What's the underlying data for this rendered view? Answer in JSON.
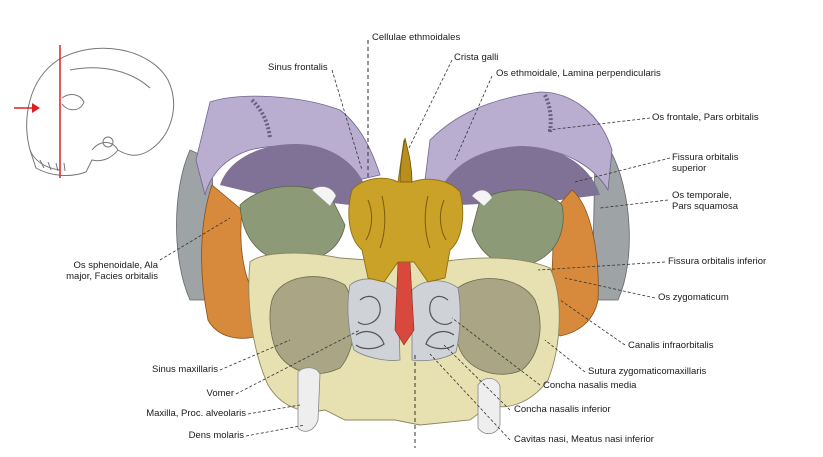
{
  "labels": {
    "cellulae_ethmoidales": "Cellulae ethmoidales",
    "crista_galli": "Crista galli",
    "sinus_frontalis": "Sinus frontalis",
    "os_ethmoidale_lamina": "Os ethmoidale, Lamina perpendicularis",
    "os_frontale_pars_orbitalis": "Os frontale, Pars orbitalis",
    "fissura_orbitalis_superior_1": "Fissura orbitalis",
    "fissura_orbitalis_superior_2": "superior",
    "os_temporale_1": "Os temporale,",
    "os_temporale_2": "Pars squamosa",
    "os_sphenoidale_1": "Os sphenoidale, Ala",
    "os_sphenoidale_2": "major, Facies orbitalis",
    "fissura_orbitalis_inferior": "Fissura orbitalis inferior",
    "os_zygomaticum": "Os zygomaticum",
    "canalis_infraorbitalis": "Canalis infraorbitalis",
    "sutura_zygomaticomaxillaris": "Sutura zygomaticomaxillaris",
    "sinus_maxillaris": "Sinus maxillaris",
    "vomer": "Vomer",
    "concha_nasalis_media": "Concha nasalis media",
    "maxilla_proc_alveolaris": "Maxilla, Proc. alveolaris",
    "concha_nasalis_inferior": "Concha nasalis inferior",
    "dens_molaris": "Dens molaris",
    "cavitas_nasi": "Cavitas nasi, Meatus nasi inferior"
  },
  "colors": {
    "frontal_bone": "#b9aed0",
    "frontal_dark": "#8c7fa6",
    "orbit_cavity": "#7f7296",
    "sphenoid_wing": "#8d9a78",
    "zygomatic": "#d88a3c",
    "zygomatic_dark": "#b86a26",
    "temporal": "#9ea3a6",
    "ethmoid": "#c9a227",
    "ethmoid_dark": "#8f6f12",
    "maxilla": "#e7e1b2",
    "maxillary_sinus": "#a9a585",
    "vomer": "#d8483c",
    "nasal_cavity": "#cfd3d8",
    "tooth": "#eeeeee",
    "leader_line": "#333333",
    "indicator_red": "#e02020"
  },
  "icons": {
    "skull_thumbnail": "skull-lateral-outline-icon",
    "section_plane": "section-plane-line",
    "view_arrow": "arrow-right-icon"
  }
}
